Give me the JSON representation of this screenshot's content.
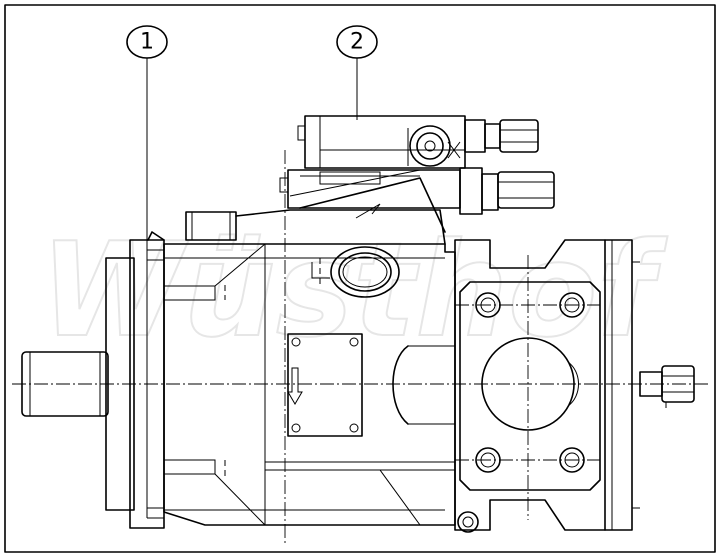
{
  "watermark": {
    "text": "Wüsthof"
  },
  "callouts": [
    {
      "label": "1"
    },
    {
      "label": "2"
    }
  ]
}
